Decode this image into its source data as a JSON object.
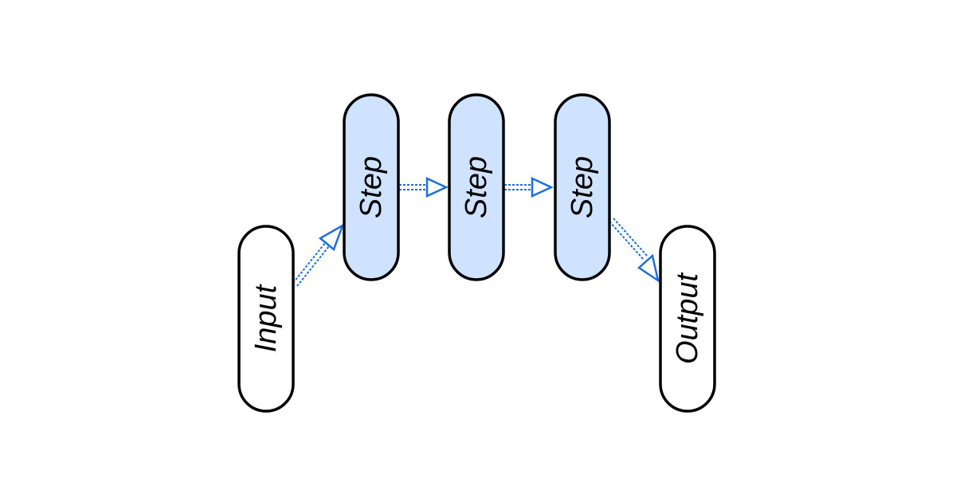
{
  "diagram": {
    "colors": {
      "background": "#ffffff",
      "node_outline": "#000000",
      "step_fill": "#cfe2fe",
      "io_fill": "#ffffff",
      "edge": "#1d6fe0",
      "text": "#000000"
    },
    "nodes": [
      {
        "id": "input",
        "label": "Input",
        "kind": "io"
      },
      {
        "id": "step1",
        "label": "Step",
        "kind": "step"
      },
      {
        "id": "step2",
        "label": "Step",
        "kind": "step"
      },
      {
        "id": "step3",
        "label": "Step",
        "kind": "step"
      },
      {
        "id": "output",
        "label": "Output",
        "kind": "io"
      }
    ],
    "edges": [
      {
        "from": "input",
        "to": "step1",
        "style": "dotted-double",
        "arrow": "open-triangle"
      },
      {
        "from": "step1",
        "to": "step2",
        "style": "dotted-double",
        "arrow": "open-triangle"
      },
      {
        "from": "step2",
        "to": "step3",
        "style": "dotted-double",
        "arrow": "open-triangle"
      },
      {
        "from": "step3",
        "to": "output",
        "style": "dotted-double",
        "arrow": "open-triangle"
      }
    ]
  }
}
